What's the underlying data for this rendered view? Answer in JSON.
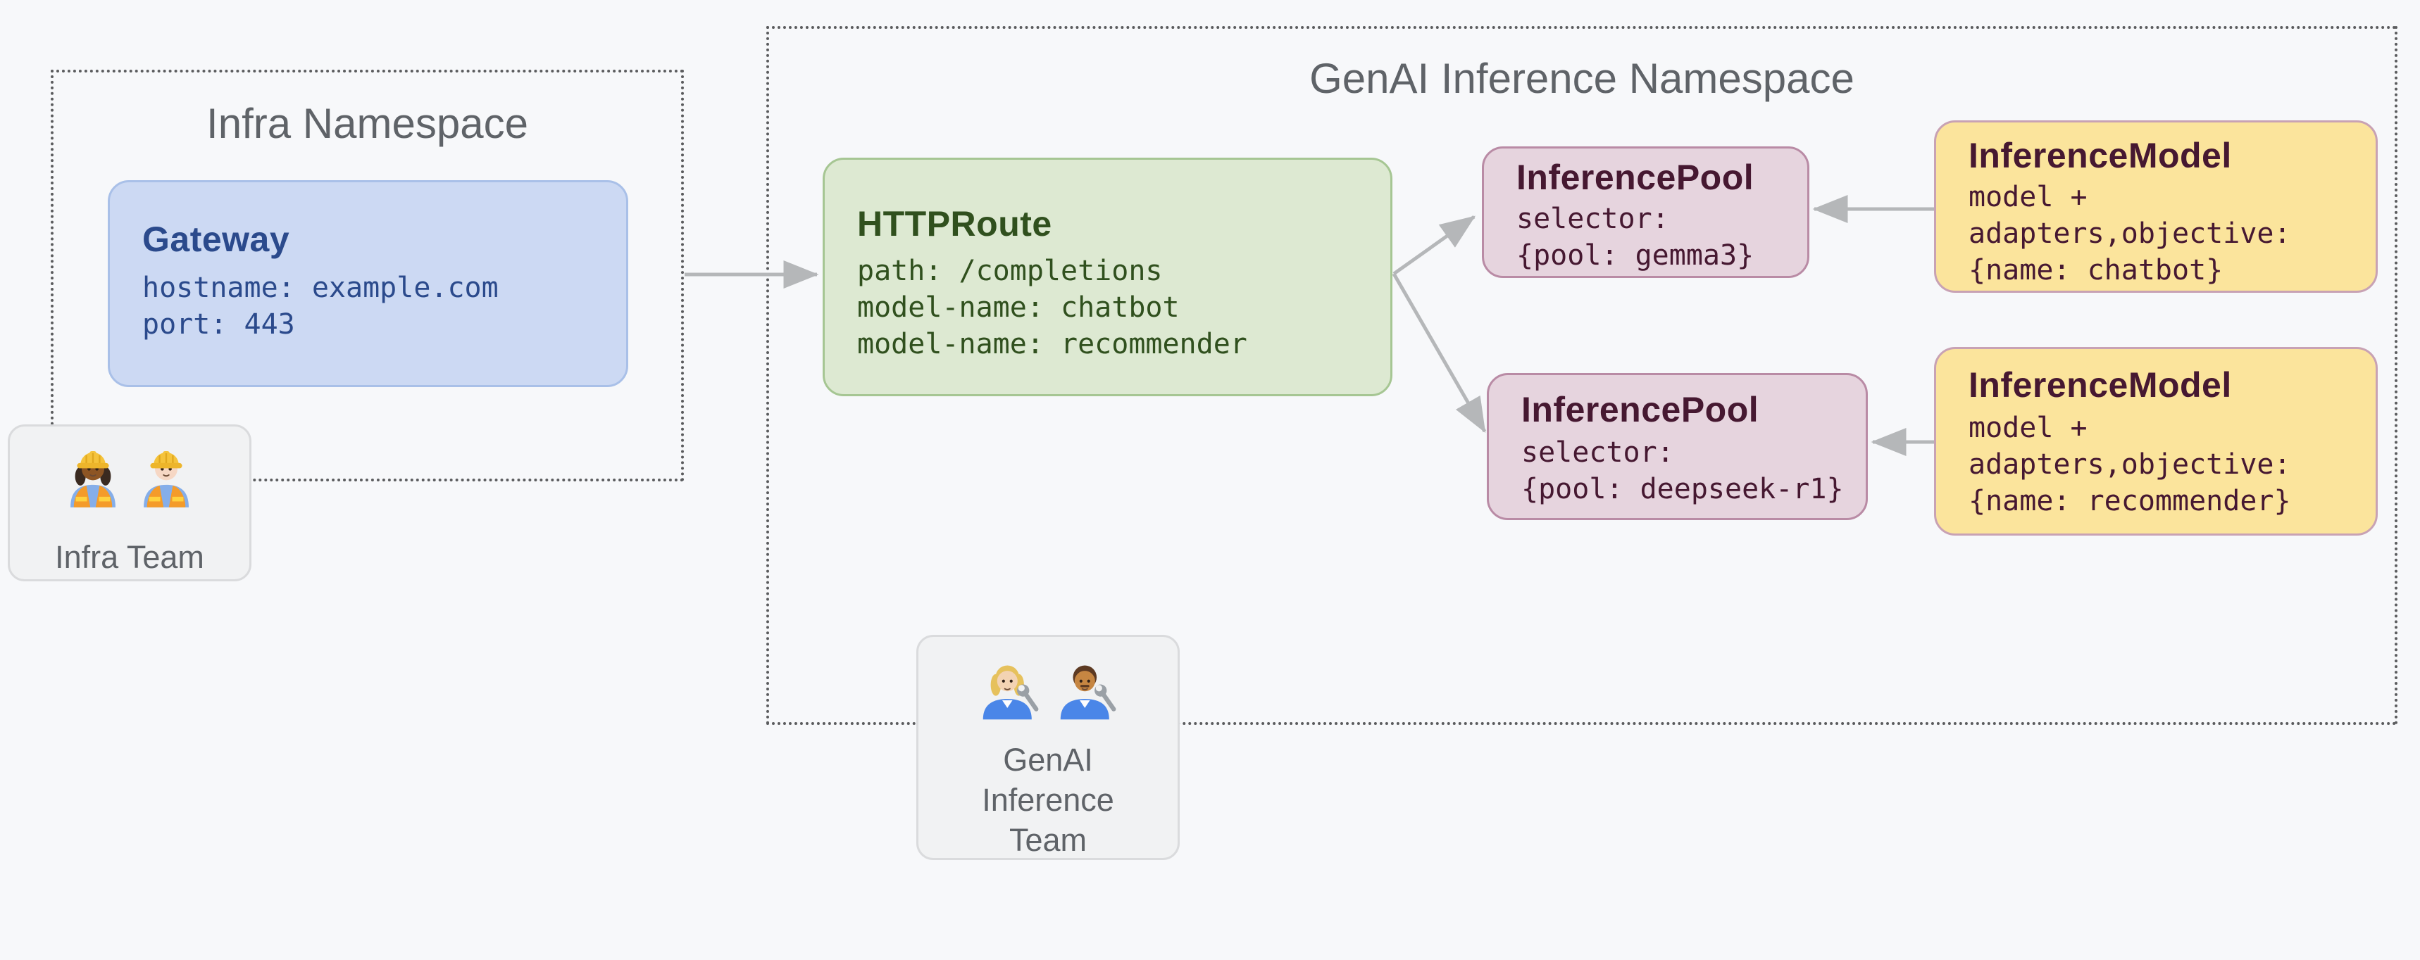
{
  "colors": {
    "background": "#f7f8fa",
    "namespace_border": "#5b5c5e",
    "namespace_title_text": "#5f6368",
    "gateway_fill": "#ccd9f3",
    "gateway_border": "#a9c0e8",
    "gateway_text": "#2b4a8c",
    "httproute_fill": "#dde9d2",
    "httproute_border": "#a6c693",
    "httproute_text": "#30501e",
    "inference_pool_fill": "#e6d4de",
    "inference_pool_border": "#b98ba5",
    "inference_model_fill": "#fbe49c",
    "inference_model_border": "#c8a2b4",
    "maroon_text": "#461831",
    "team_card_fill": "#f1f2f3",
    "team_card_border": "#dadbdd",
    "team_text": "#5f6368",
    "arrow": "#b5b7b9"
  },
  "namespaces": {
    "infra": {
      "title": "Infra Namespace"
    },
    "genai": {
      "title": "GenAI Inference Namespace"
    }
  },
  "nodes": {
    "gateway": {
      "title": "Gateway",
      "lines": [
        "hostname: example.com",
        "port: 443"
      ]
    },
    "httproute": {
      "title": "HTTPRoute",
      "lines": [
        "path: /completions",
        "model-name: chatbot",
        "model-name: recommender"
      ]
    },
    "pool_gemma3": {
      "title": "InferencePool",
      "lines": [
        "selector:",
        "{pool: gemma3}"
      ]
    },
    "pool_deepseek": {
      "title": "InferencePool",
      "lines": [
        "selector:",
        "{pool: deepseek-r1}"
      ]
    },
    "model_chatbot": {
      "title": "InferenceModel",
      "lines": [
        "model +",
        "adapters,objective:",
        "{name: chatbot}"
      ]
    },
    "model_recommender": {
      "title": "InferenceModel",
      "lines": [
        "model +",
        "adapters,objective:",
        "{name: recommender}"
      ]
    }
  },
  "teams": {
    "infra": {
      "label": "Infra Team",
      "members": [
        {
          "icon": "construction-worker-emoji",
          "emoji": "👷🏾‍♀️",
          "skin": "#8d5524",
          "hair": "#3a2a20",
          "style": "woman"
        },
        {
          "icon": "construction-worker-emoji",
          "emoji": "👷🏻",
          "skin": "#f6d7c4",
          "hair": "#2e2420",
          "style": "man"
        }
      ]
    },
    "genai": {
      "label": "GenAI Inference Team",
      "label_lines": [
        "GenAI",
        "Inference",
        "Team"
      ],
      "members": [
        {
          "icon": "mechanic-emoji",
          "emoji": "👩🏼‍🔧",
          "skin": "#f3d3b3",
          "hair": "#e6c15c",
          "style": "woman"
        },
        {
          "icon": "mechanic-emoji",
          "emoji": "👨🏽‍🔧",
          "skin": "#c68642",
          "hair": "#5d3a22",
          "style": "man"
        }
      ]
    }
  },
  "edges": [
    {
      "from": "gateway",
      "to": "httproute"
    },
    {
      "from": "httproute",
      "to": "pool_gemma3"
    },
    {
      "from": "httproute",
      "to": "pool_deepseek"
    },
    {
      "from": "model_chatbot",
      "to": "pool_gemma3"
    },
    {
      "from": "model_recommender",
      "to": "pool_deepseek"
    }
  ]
}
